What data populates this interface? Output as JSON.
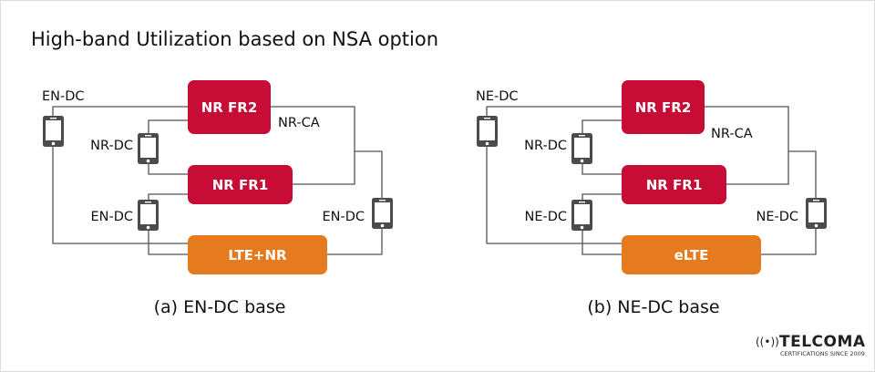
{
  "title": "High-band Utilization based on NSA option",
  "colors": {
    "nr": "#c70c36",
    "lte": "#e67a1e",
    "phone": "#4b4b4b",
    "line": "#555555"
  },
  "diagrams": [
    {
      "caption": "(a) EN-DC base",
      "boxes": {
        "fr2": "NR FR2",
        "fr1": "NR FR1",
        "anchor": "LTE+NR"
      },
      "labels": {
        "top_left": "EN-DC",
        "nr_ca": "NR-CA",
        "nr_dc": "NR-DC",
        "mid": "EN-DC",
        "right": "EN-DC"
      }
    },
    {
      "caption": "(b) NE-DC base",
      "boxes": {
        "fr2": "NR FR2",
        "fr1": "NR FR1",
        "anchor": "eLTE"
      },
      "labels": {
        "top_left": "NE-DC",
        "nr_ca": "NR-CA",
        "nr_dc": "NR-DC",
        "mid": "NE-DC",
        "right": "NE-DC"
      }
    }
  ],
  "logo": {
    "name": "TELCOMA",
    "tagline": "CERTIFICATIONS SINCE 2009",
    "icon": "broadcast-waves-icon"
  }
}
